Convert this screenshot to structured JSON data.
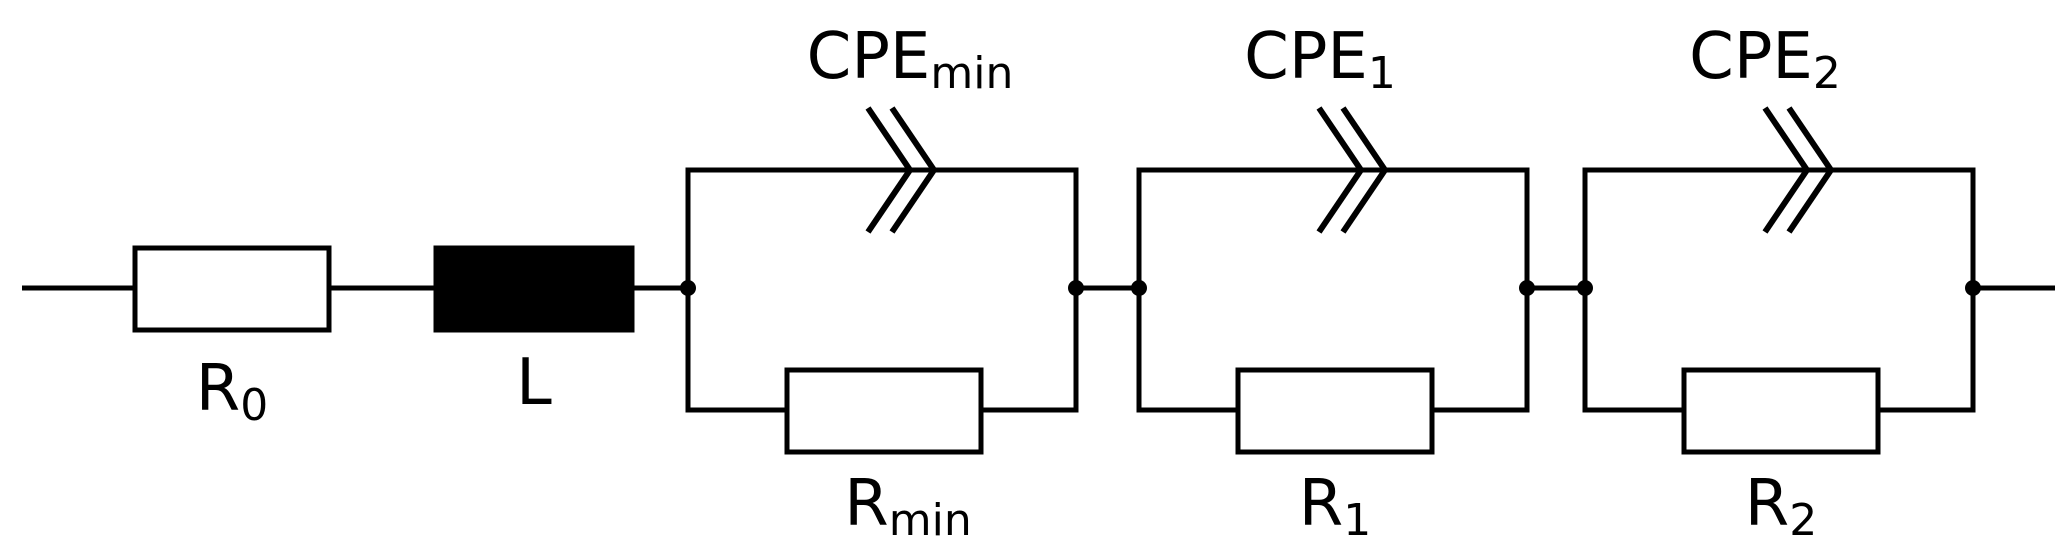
{
  "colors": {
    "line": "#000000",
    "background": "#ffffff",
    "inductor_fill": "#000000"
  },
  "components": {
    "r0": {
      "label": "R",
      "sub": "0"
    },
    "l": {
      "label": "L",
      "sub": ""
    },
    "rmin": {
      "label": "R",
      "sub": "min"
    },
    "r1": {
      "label": "R",
      "sub": "1"
    },
    "r2": {
      "label": "R",
      "sub": "2"
    },
    "cpemin": {
      "label": "CPE",
      "sub": "min"
    },
    "cpe1": {
      "label": "CPE",
      "sub": "1"
    },
    "cpe2": {
      "label": "CPE",
      "sub": "2"
    }
  }
}
